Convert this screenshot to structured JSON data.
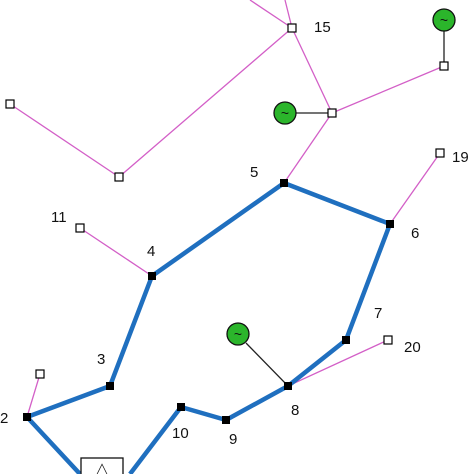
{
  "diagram": {
    "colors": {
      "background": "#ffffff",
      "active_line": "#1f6fbf",
      "inactive_line": "#d35fc7",
      "tie_line": "#222222",
      "generator_fill": "#2bb52b",
      "bus_active": "#000000",
      "bus_inactive_stroke": "#000000"
    },
    "bus_labels": {
      "bus_2": "2",
      "bus_3": "3",
      "bus_4": "4",
      "bus_5": "5",
      "bus_6": "6",
      "bus_7": "7",
      "bus_8": "8",
      "bus_9": "9",
      "bus_10": "10",
      "bus_11": "11",
      "bus_15": "15",
      "bus_19": "19",
      "bus_20": "20"
    },
    "generators": [
      {
        "name": "generator-top-right",
        "symbol": "~"
      },
      {
        "name": "generator-middle",
        "symbol": "~"
      },
      {
        "name": "generator-bottom",
        "symbol": "~"
      }
    ],
    "transformer": {
      "symbol": "△"
    }
  }
}
